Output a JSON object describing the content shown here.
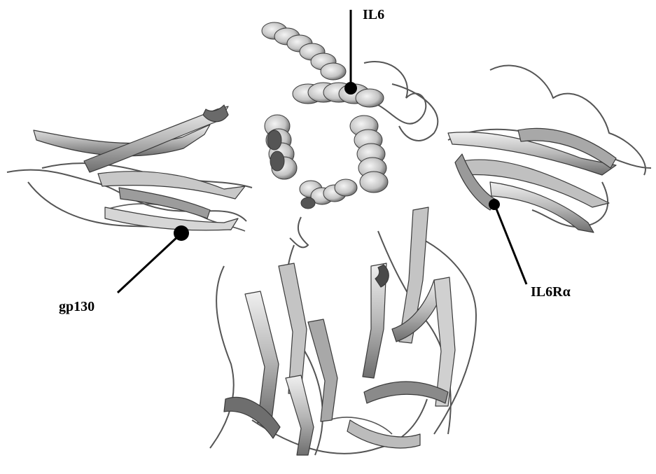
{
  "labels": {
    "il6": "IL6",
    "gp130": "gp130",
    "il6r": "IL6Rα"
  },
  "colors": {
    "background": "#ffffff",
    "ribbon_light": "#e2e2e2",
    "ribbon_mid": "#b4b4b4",
    "ribbon_dark": "#6a6a6a",
    "outline": "#3a3a3a",
    "marker": "#000000"
  }
}
